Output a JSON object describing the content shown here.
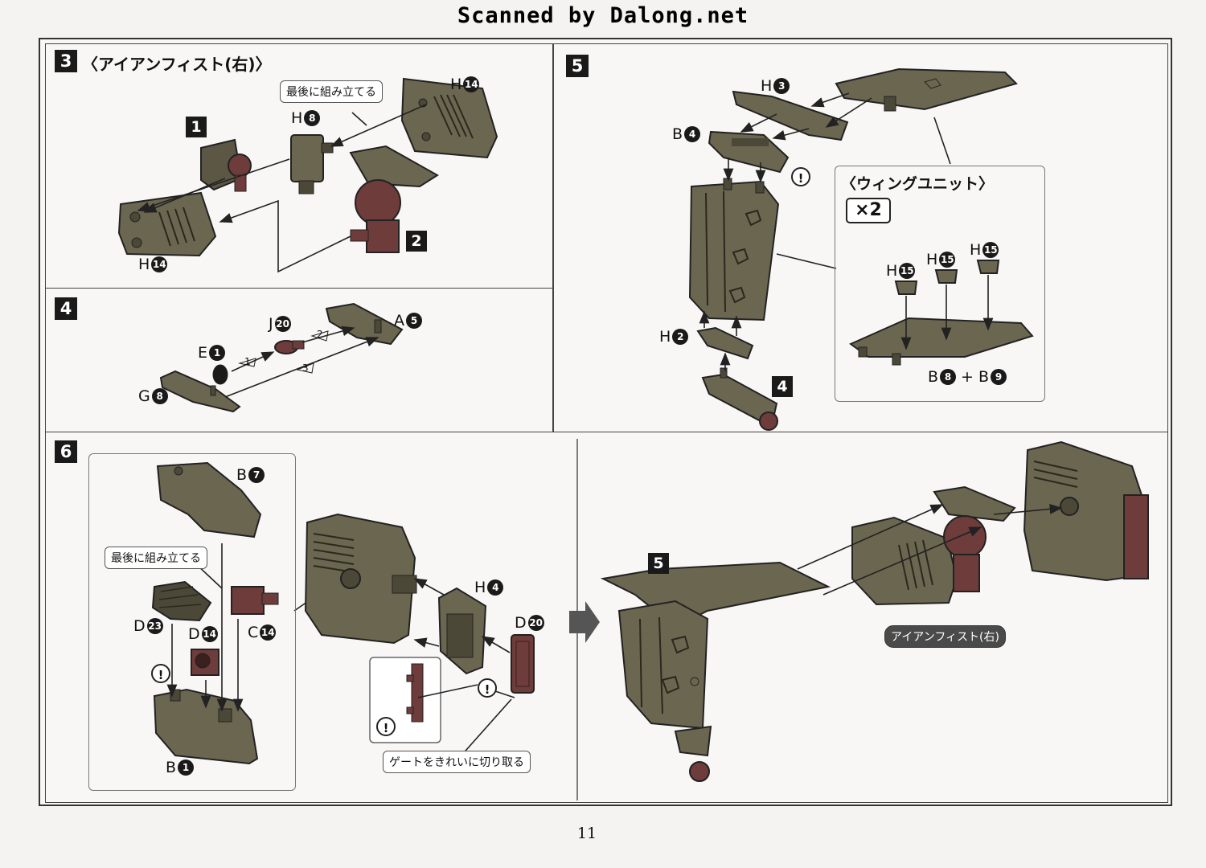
{
  "header": {
    "scan_credit": "Scanned by Dalong.net"
  },
  "colors": {
    "part_olive": "#6b6650",
    "part_olive_dark": "#4c4838",
    "part_maroon": "#6e3c3a",
    "line": "#222222"
  },
  "steps": {
    "s3": {
      "number": "3",
      "title": "〈アイアンフィスト(右)〉",
      "callout": "最後に組み立てる",
      "labels": [
        {
          "letter": "H",
          "num": "14"
        },
        {
          "letter": "H",
          "num": "8"
        },
        {
          "letter": "H",
          "num": "14"
        }
      ],
      "refs": [
        "1",
        "2"
      ]
    },
    "s4": {
      "number": "4",
      "labels": [
        {
          "letter": "J",
          "num": "20"
        },
        {
          "letter": "A",
          "num": "5"
        },
        {
          "letter": "E",
          "num": "1"
        },
        {
          "letter": "G",
          "num": "8"
        }
      ],
      "order": [
        "1",
        "2",
        "3"
      ]
    },
    "s5": {
      "number": "5",
      "labels": [
        {
          "letter": "H",
          "num": "3"
        },
        {
          "letter": "B",
          "num": "4"
        },
        {
          "letter": "H",
          "num": "2"
        }
      ],
      "ref": "4",
      "wing": {
        "title": "〈ウィングユニット〉",
        "multiplier": "×2",
        "labels": [
          {
            "letter": "H",
            "num": "15"
          },
          {
            "letter": "H",
            "num": "15"
          },
          {
            "letter": "H",
            "num": "15"
          }
        ],
        "combo": {
          "a_letter": "B",
          "a_num": "8",
          "plus": "+",
          "b_letter": "B",
          "b_num": "9"
        }
      }
    },
    "s6": {
      "number": "6",
      "callout": "最後に組み立てる",
      "gate_callout": "ゲートをきれいに切り取る",
      "labels": [
        {
          "letter": "B",
          "num": "7"
        },
        {
          "letter": "D",
          "num": "23"
        },
        {
          "letter": "D",
          "num": "14"
        },
        {
          "letter": "C",
          "num": "14"
        },
        {
          "letter": "B",
          "num": "1"
        },
        {
          "letter": "H",
          "num": "4"
        },
        {
          "letter": "D",
          "num": "20"
        }
      ],
      "ref": "5",
      "result_label": "アイアンフィスト(右)"
    }
  },
  "caution_symbol": "!",
  "page_number": "11"
}
